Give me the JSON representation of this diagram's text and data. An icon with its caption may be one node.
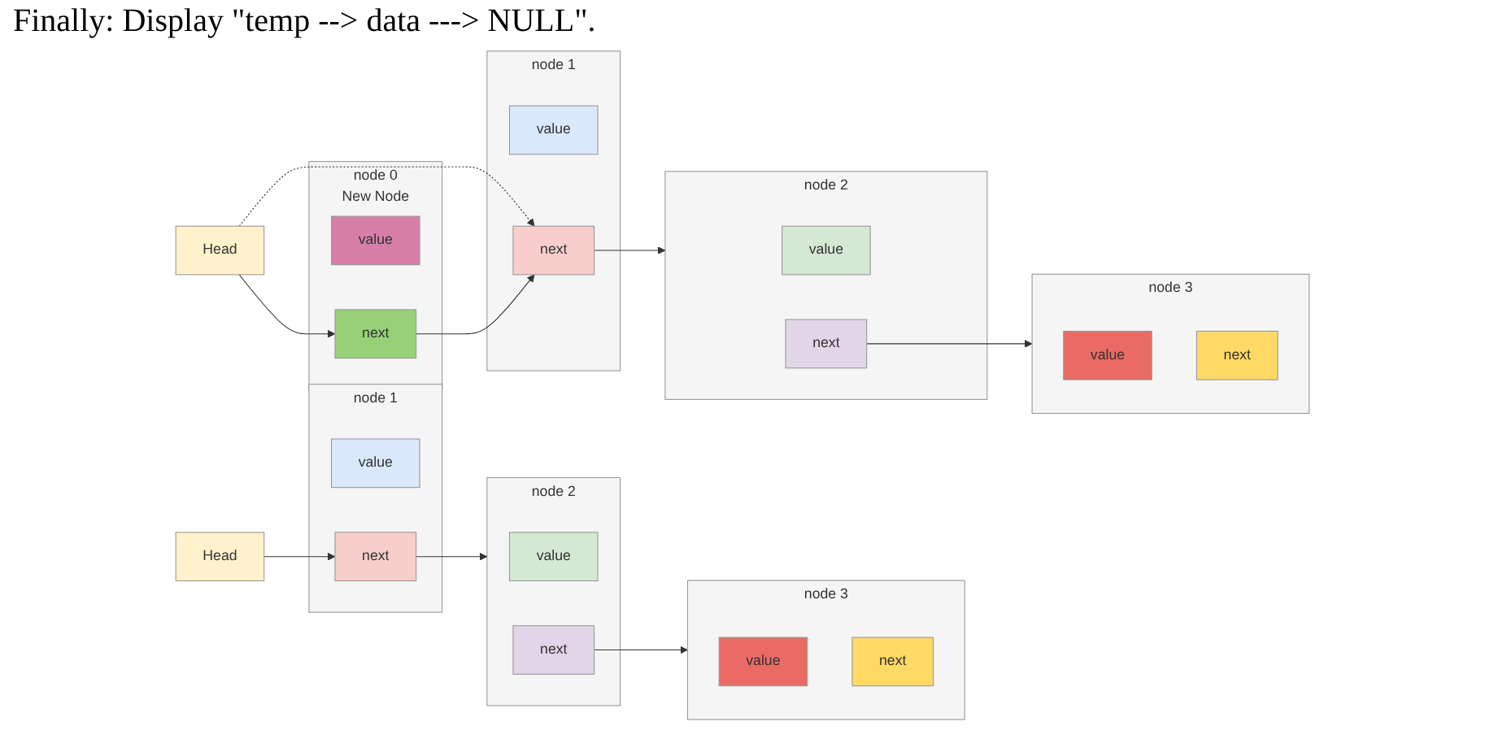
{
  "diagram": {
    "title": "Finally: Display \"temp --> data ---> NULL\".",
    "nodes": [
      {
        "text": [
          "Head"
        ]
      },
      {
        "text": [
          "node 1"
        ]
      },
      {
        "text": [
          "value"
        ],
        "in": 1
      },
      {
        "text": [
          "next"
        ],
        "in": 1
      },
      {
        "text": [
          "node 2"
        ]
      },
      {
        "text": [
          "value"
        ],
        "in": 4
      },
      {
        "text": [
          "next"
        ],
        "in": 4
      },
      {
        "text": [
          "node 3"
        ]
      },
      {
        "text": [
          "value"
        ],
        "in": 7
      },
      {
        "text": [
          "next"
        ],
        "in": 7
      },
      {
        "text": [
          "Head"
        ]
      },
      {
        "text": [
          "node 1"
        ]
      },
      {
        "text": [
          "value"
        ],
        "in": 11
      },
      {
        "text": [
          "next"
        ],
        "in": 11
      },
      {
        "text": [
          "node 2"
        ]
      },
      {
        "text": [
          "value"
        ],
        "in": 14
      },
      {
        "text": [
          "next"
        ],
        "in": 14
      },
      {
        "text": [
          "node 3"
        ]
      },
      {
        "text": [
          "value"
        ],
        "in": 17
      },
      {
        "text": [
          "next"
        ],
        "in": 17
      },
      {
        "text": [
          "node 0"
        ],
        "beside": [
          "New Node"
        ]
      },
      {
        "text": [
          "value"
        ],
        "in": 20
      },
      {
        "text": [
          "next"
        ],
        "in": 20
      }
    ],
    "edges": [
      {
        "from": 0,
        "to": 3,
        "arrow": "to"
      },
      {
        "from": 3,
        "to": 4,
        "arrow": "to"
      },
      {
        "from": 6,
        "to": 7,
        "arrow": "to"
      },
      {
        "from": 10,
        "to": 13,
        "arrow": "to",
        "style": "dashed"
      },
      {
        "from": 10,
        "to": 22,
        "arrow": "to"
      },
      {
        "from": 22,
        "to": 13,
        "arrow": "to"
      },
      {
        "from": 13,
        "to": 14,
        "arrow": "to"
      },
      {
        "from": 16,
        "to": 17,
        "arrow": "to"
      }
    ]
  }
}
